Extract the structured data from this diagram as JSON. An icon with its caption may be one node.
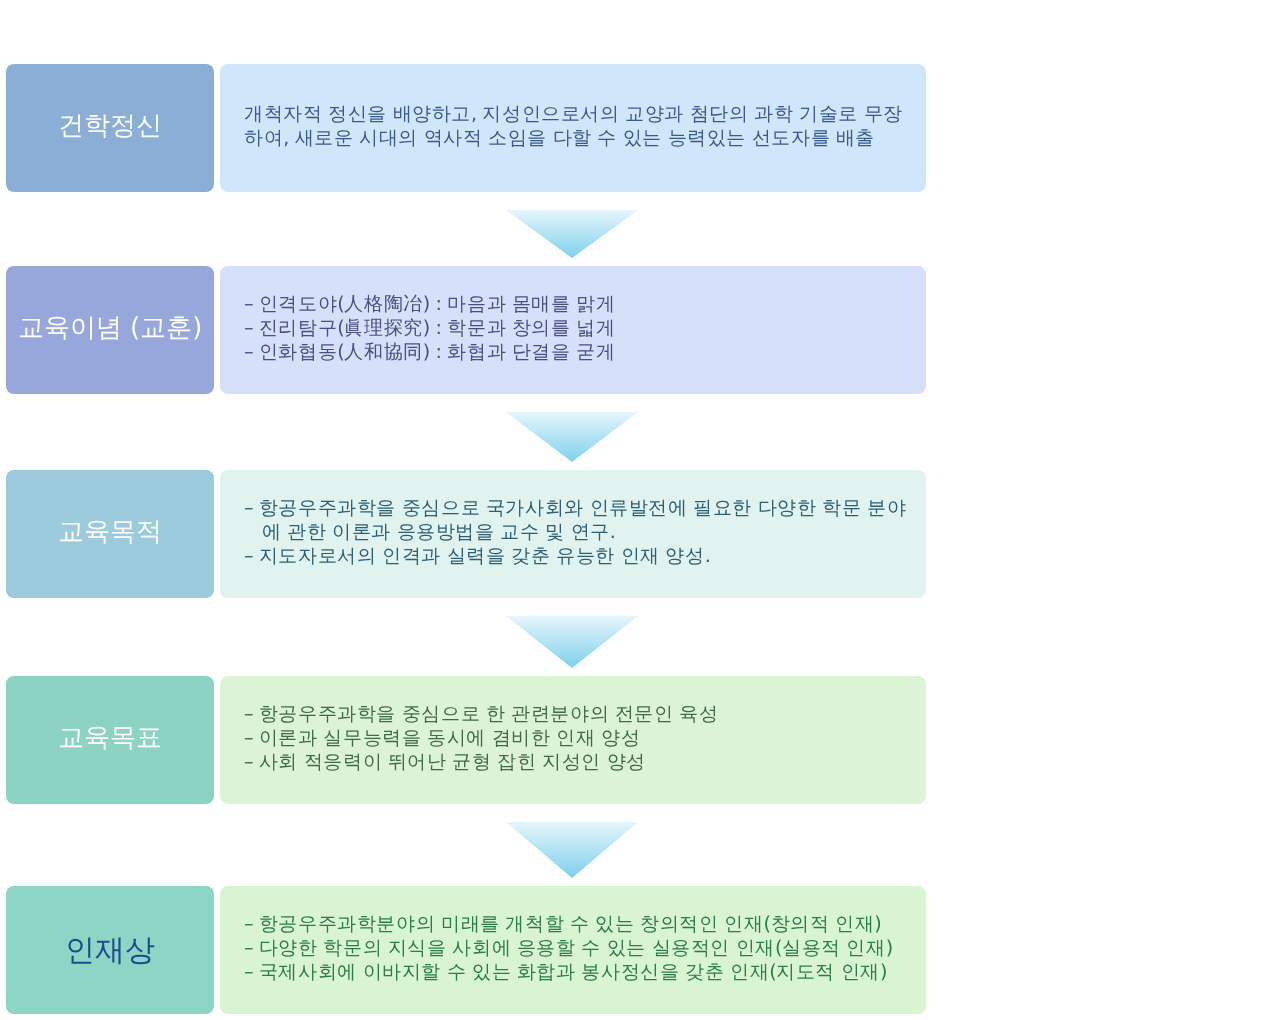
{
  "diagram": {
    "nodes": [
      {
        "text": [
          "건학정신"
        ]
      },
      {
        "text": [
          "개척자적 정신을 배양하고, 지성인으로서의 교양과 첨단의 과학 기술로 무장하여, 새로운 시대의 역사적 소임을 다할 수 있는 능력있는 선도자를 배출"
        ]
      },
      {
        "text": [
          "교육이념 (교훈)"
        ]
      },
      {
        "text": [
          "– 인격도야(人格陶冶) : 마음과 몸매를 맑게",
          "– 진리탐구(眞理探究) : 학문과 창의를 넓게",
          "– 인화협동(人和協同) : 화협과 단결을 굳게"
        ]
      },
      {
        "text": [
          "교육목적"
        ]
      },
      {
        "text": [
          "– 항공우주과학을 중심으로 국가사회와 인류발전에 필요한 다양한 학문 분야에 관한 이론과 응용방법을 교수 및 연구.",
          "– 지도자로서의 인격과 실력을 갖춘 유능한 인재 양성."
        ]
      },
      {
        "text": [
          "교육목표"
        ]
      },
      {
        "text": [
          "– 항공우주과학을 중심으로 한 관련분야의 전문인 육성",
          "– 이론과 실무능력을 동시에 겸비한 인재 양성",
          "– 사회 적응력이 뛰어난 균형 잡힌 지성인 양성"
        ]
      },
      {
        "text": [
          "인재상"
        ]
      },
      {
        "text": [
          "– 항공우주과학분야의 미래를 개척할 수 있는 창의적인 인재(창의적 인재)",
          "– 다양한 학문의 지식을 사회에 응용할 수 있는 실용적인 인재(실용적 인재)",
          "– 국제사회에 이바지할 수 있는 화합과 봉사정신을 갖춘 인재(지도적 인재)"
        ]
      }
    ],
    "edges": [
      {
        "from": 1,
        "to": 3,
        "arrow": "to"
      },
      {
        "from": 3,
        "to": 5,
        "arrow": "to"
      },
      {
        "from": 5,
        "to": 7,
        "arrow": "to"
      },
      {
        "from": 7,
        "to": 9,
        "arrow": "to"
      }
    ]
  }
}
